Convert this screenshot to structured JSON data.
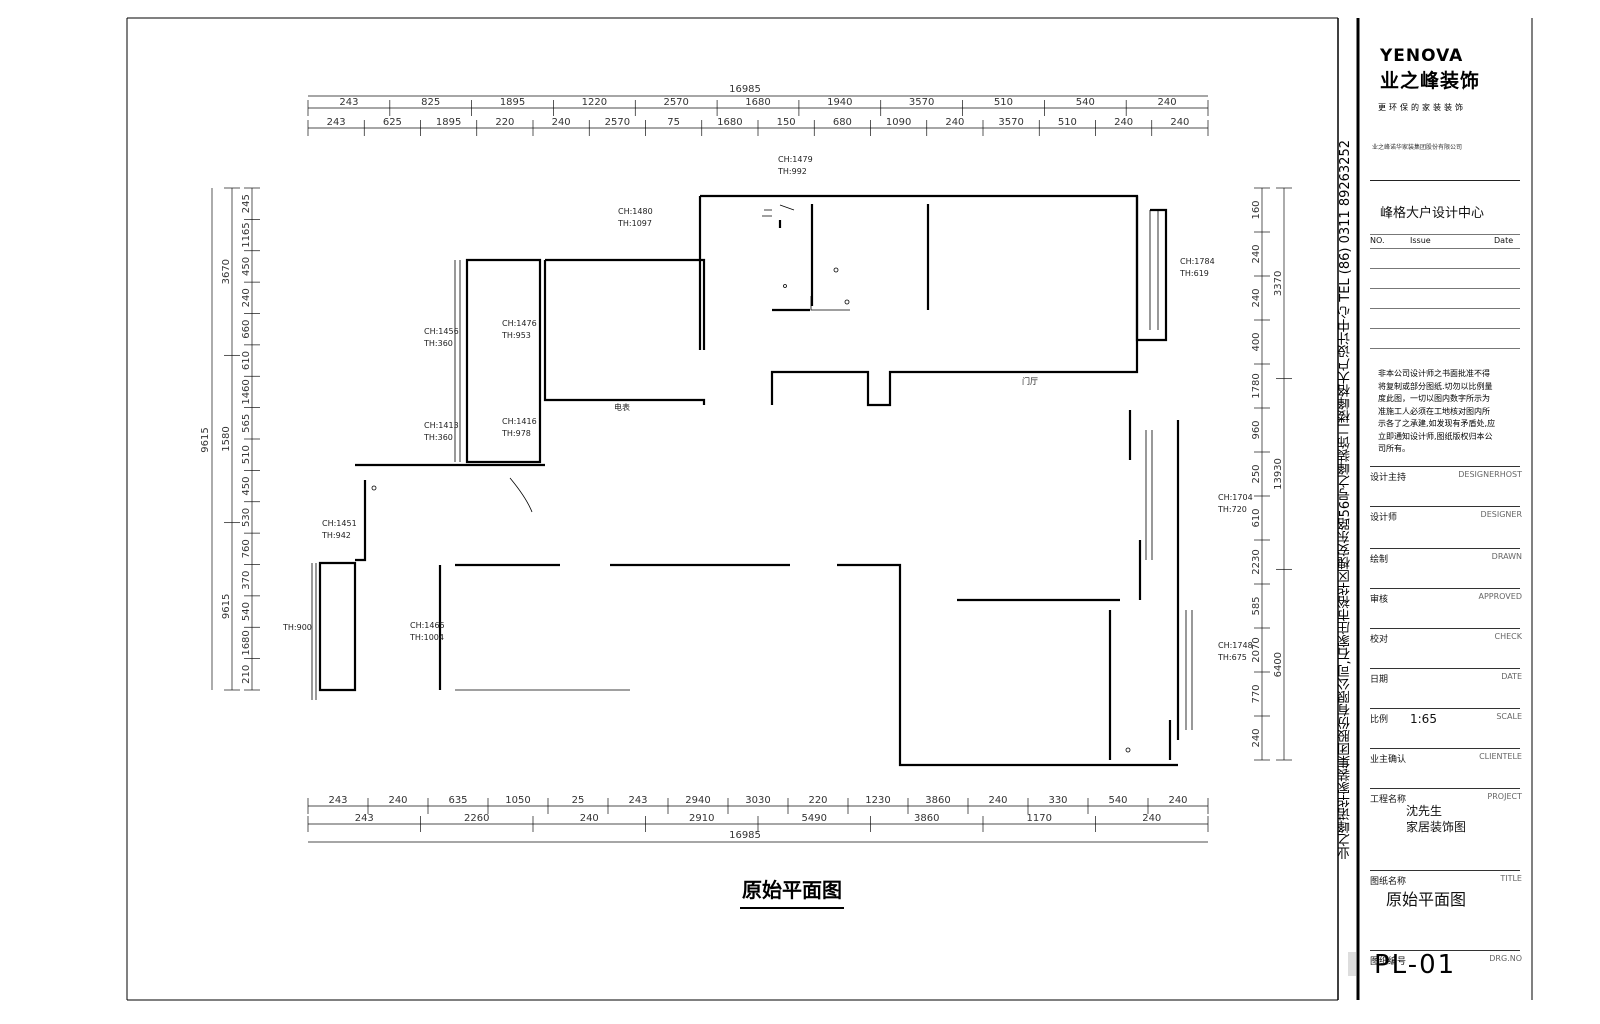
{
  "plan": {
    "title": "原始平面图",
    "top_dims_upper": [
      "243",
      "825",
      "1895",
      "1220",
      "2570",
      "1680",
      "1940",
      "3570",
      "510",
      "540",
      "240"
    ],
    "top_dims_lower": [
      "243",
      "625",
      "1895",
      "220",
      "240",
      "2570",
      "75",
      "1680",
      "150",
      "680",
      "1090",
      "240",
      "3570",
      "510",
      "240",
      "240"
    ],
    "top_total": "16985",
    "bottom_dims_upper": [
      "243",
      "240",
      "635",
      "1050",
      "25",
      "243",
      "2940",
      "3030",
      "220",
      "1230",
      "3860",
      "240",
      "330",
      "540",
      "240"
    ],
    "bottom_dims_lower": [
      "243",
      "2260",
      "240",
      "2910",
      "5490",
      "3860",
      "1170",
      "240"
    ],
    "bottom_total": "16985",
    "left_dims_inner": [
      "245",
      "1165",
      "450",
      "240",
      "660",
      "610",
      "1460",
      "565",
      "510",
      "450",
      "530",
      "760",
      "370",
      "540",
      "1680",
      "210"
    ],
    "left_dims_outer": [
      "3670",
      "1580",
      "9615"
    ],
    "right_dims_inner": [
      "160",
      "240",
      "240",
      "400",
      "1780",
      "960",
      "250",
      "610",
      "2230",
      "585",
      "2070",
      "770",
      "240"
    ],
    "right_dims_outer": [
      "3370",
      "13930",
      "6400"
    ],
    "annotations": [
      "CH:1479",
      "TH:992",
      "CH:1480",
      "TH:1097",
      "CH:1456",
      "TH:360",
      "CH:1476",
      "TH:953",
      "CH:1413",
      "TH:360",
      "CH:1416",
      "TH:978",
      "CH:1451",
      "TH:942",
      "TH:900",
      "CH:1465",
      "TH:1004",
      "CH:1784",
      "TH:619",
      "CH:1704",
      "TH:720",
      "CH:1748",
      "TH:675",
      "电表",
      "门厅"
    ]
  },
  "title_block": {
    "brand_en": "YENOVA",
    "brand_cn": "业之峰装饰",
    "brand_slogan": "更环保的家装装饰",
    "company_small": "业之峰诺华家装集团股份有限公司",
    "design_center": "峰格大户设计中心",
    "rev_headers": [
      "NO.",
      "Issue",
      "Date"
    ],
    "notice": "非本公司设计师之书面批准不得将复制或部分图纸.切勿以比例量度此图，一切以图内数字所示为准施工人必须在工地核对图内所示各了之承建,如发现有矛盾处,应立即通知设计师,图纸版权归本公司所有。",
    "rows": [
      {
        "cn": "设计主持",
        "en": "DESIGNERHOST"
      },
      {
        "cn": "设计师",
        "en": "DESIGNER"
      },
      {
        "cn": "绘制",
        "en": "DRAWN"
      },
      {
        "cn": "审核",
        "en": "APPROVED"
      },
      {
        "cn": "校对",
        "en": "CHECK"
      },
      {
        "cn": "日期",
        "en": "DATE"
      },
      {
        "cn": "比例",
        "en": "SCALE"
      },
      {
        "cn": "业主确认",
        "en": "CLIENTELE"
      },
      {
        "cn": "工程名称",
        "en": "PROJECT"
      },
      {
        "cn": "图纸名称",
        "en": "TITLE"
      },
      {
        "cn": "图纸编号",
        "en": "DRG.NO"
      }
    ],
    "scale_value": "1:65",
    "project_name_1": "沈先生",
    "project_name_2": "家居装饰图",
    "drawing_title": "原始平面图",
    "sheet_no": "PL-01",
    "vertical_text": "业之峰诺华家装集团股份有限公司,石家庄市裕华区槐安东路56号之峰装饰二楼峰格大户设计中心   TEL (86) 0311 89263252"
  }
}
